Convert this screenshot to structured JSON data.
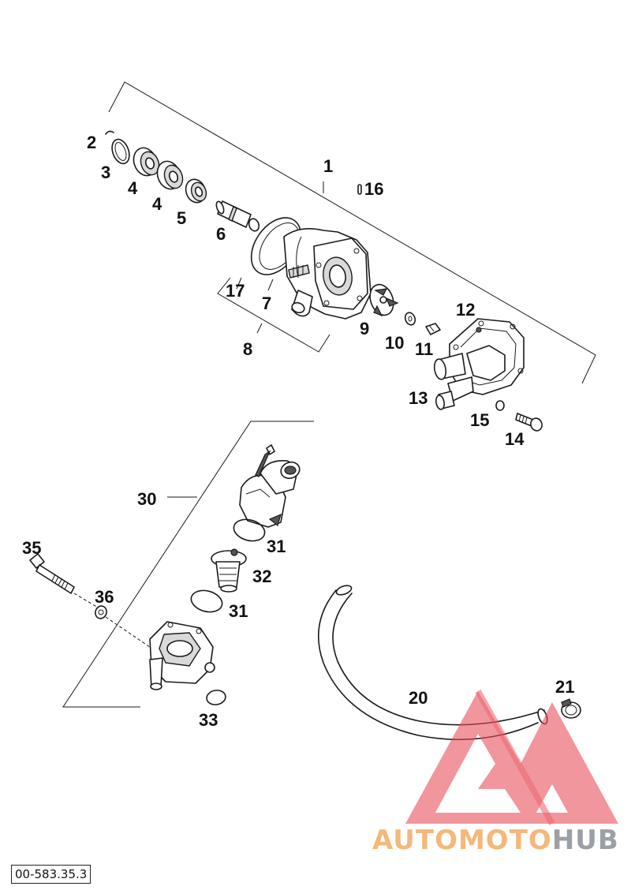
{
  "drawing_code": "00-583.35.3",
  "watermark": {
    "part1": "AUTOMOTO",
    "part2": "HUB",
    "color_primary": "#e8505b",
    "color_secondary": "#f3b87a",
    "color_tertiary": "#9aa0a6"
  },
  "labels": {
    "p1": "1",
    "p2": "2",
    "p3": "3",
    "p4a": "4",
    "p4b": "4",
    "p5": "5",
    "p6": "6",
    "p7": "7",
    "p8": "8",
    "p9": "9",
    "p10": "10",
    "p11": "11",
    "p12": "12",
    "p13": "13",
    "p14": "14",
    "p15": "15",
    "p16": "16",
    "p17": "17",
    "p20": "20",
    "p21": "21",
    "p30": "30",
    "p31a": "31",
    "p31b": "31",
    "p32": "32",
    "p33": "33",
    "p35": "35",
    "p36": "36"
  }
}
